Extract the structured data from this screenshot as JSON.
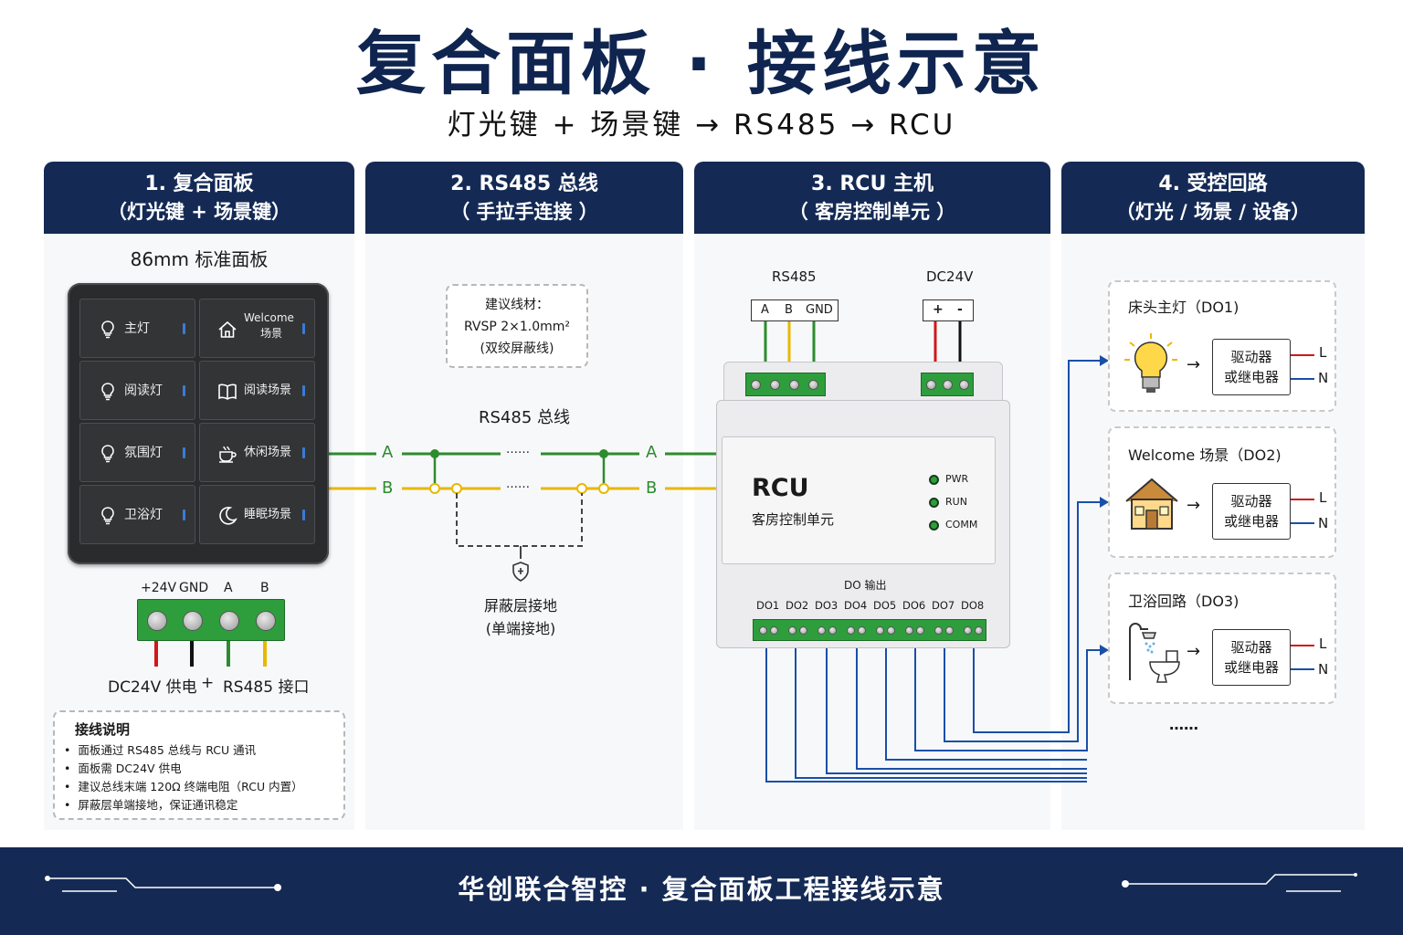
{
  "header": {
    "title": "复合面板 · 接线示意",
    "subtitle": "灯光键 + 场景键 → RS485 → RCU"
  },
  "columns": [
    {
      "line1": "1. 复合面板",
      "line2": "（灯光键 + 场景键）"
    },
    {
      "line1": "2. RS485 总线",
      "line2": "（ 手拉手连接 ）"
    },
    {
      "line1": "3. RCU 主机",
      "line2": "（ 客房控制单元 ）"
    },
    {
      "line1": "4. 受控回路",
      "line2": "（灯光 / 场景 / 设备）"
    }
  ],
  "panel": {
    "caption": "86mm 标准面板",
    "keys": [
      {
        "label": "主灯",
        "icon": "bulb-icon"
      },
      {
        "label": "Welcome",
        "label2": "场景",
        "icon": "house-icon"
      },
      {
        "label": "阅读灯",
        "icon": "bulb-icon"
      },
      {
        "label": "阅读场景",
        "icon": "book-icon"
      },
      {
        "label": "氛围灯",
        "icon": "bulb-icon"
      },
      {
        "label": "休闲场景",
        "icon": "cup-icon"
      },
      {
        "label": "卫浴灯",
        "icon": "bulb-icon"
      },
      {
        "label": "睡眠场景",
        "icon": "moon-icon"
      }
    ],
    "terminal_labels": [
      "+24V",
      "GND",
      "A",
      "B"
    ],
    "terminal_caption_left": "DC24V 供电",
    "terminal_caption_plus": "+",
    "terminal_caption_right": "RS485 接口"
  },
  "notes": {
    "title": "接线说明",
    "items": [
      "面板通过 RS485 总线与 RCU 通讯",
      "面板需 DC24V 供电",
      "建议总线末端 120Ω 终端电阻（RCU 内置）",
      "屏蔽层单端接地，保证通讯稳定"
    ]
  },
  "bus": {
    "cable_line1": "建议线材：",
    "cable_line2": "RVSP 2×1.0mm²",
    "cable_line3": "(双绞屏蔽线)",
    "bus_label": "RS485 总线",
    "a_label": "A",
    "b_label": "B",
    "dots": "……",
    "ground_line1": "屏蔽层接地",
    "ground_line2": "(单端接地)"
  },
  "rcu": {
    "rs485_label": "RS485",
    "rs485_pins": [
      "A",
      "B",
      "GND"
    ],
    "dc_label": "DC24V",
    "dc_pins": [
      "+",
      "-"
    ],
    "name": "RCU",
    "desc": "客房控制单元",
    "leds": [
      "PWR",
      "RUN",
      "COMM"
    ],
    "do_title": "DO 输出",
    "do_labels": [
      "DO1",
      "DO2",
      "DO3",
      "DO4",
      "DO5",
      "DO6",
      "DO7",
      "DO8"
    ]
  },
  "circuits": [
    {
      "title": "床头主灯（DO1)",
      "relay1": "驱动器",
      "relay2": "或继电器",
      "l": "L",
      "n": "N",
      "icon": "lightbulb-icon"
    },
    {
      "title": "Welcome 场景（DO2)",
      "relay1": "驱动器",
      "relay2": "或继电器",
      "l": "L",
      "n": "N",
      "icon": "house-icon"
    },
    {
      "title": "卫浴回路（DO3)",
      "relay1": "驱动器",
      "relay2": "或继电器",
      "l": "L",
      "n": "N",
      "icon": "bathroom-icon"
    }
  ],
  "circuits_more": "……",
  "footer": {
    "text": "华创联合智控 · 复合面板工程接线示意"
  },
  "colors": {
    "navy": "#142a55",
    "wire_green": "#2e8b2e",
    "wire_yellow": "#e8b800",
    "wire_red": "#d01818",
    "wire_blue": "#1a4fa8"
  }
}
